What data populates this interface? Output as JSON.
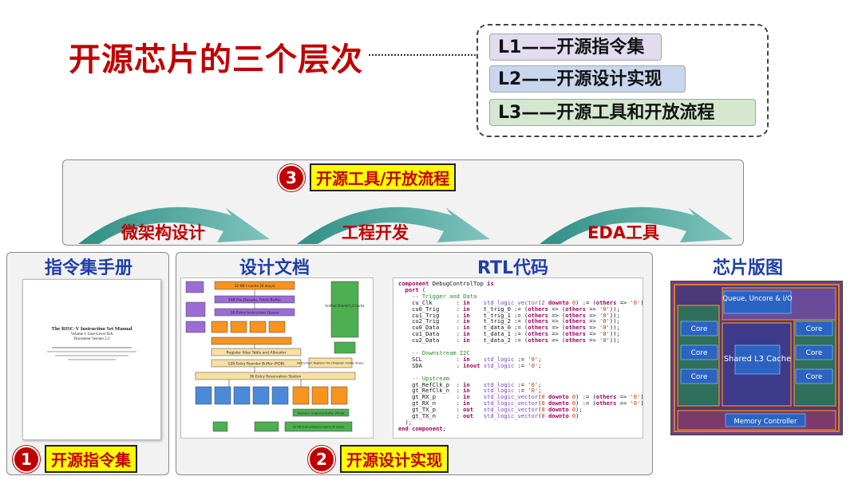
{
  "title": "开源芯片的三个层次",
  "levels": [
    "L1——开源指令集",
    "L2——开源设计实现",
    "L3——开源工具和开放流程"
  ],
  "flow": {
    "badge_num": "3",
    "badge_label": "开源工具/开放流程",
    "stages": [
      "微架构设计",
      "工程开发",
      "EDA工具"
    ]
  },
  "columns": {
    "manual": "指令集手册",
    "design_doc": "设计文档",
    "rtl": "RTL代码",
    "layout": "芯片版图"
  },
  "badges": [
    {
      "num": "1",
      "label": "开源指令集"
    },
    {
      "num": "2",
      "label": "开源设计实现"
    }
  ],
  "manual_doc": {
    "title": "The RISC-V Instruction Set Manual",
    "subtitle": "Volume I: User-Level ISA",
    "version": "Document Version 2.2"
  },
  "diagram_blocks": {
    "icache": "32 KB I-cache (8 ways)",
    "fetch": "16B Pre-Decode, Fetch Buffer",
    "queue": "18 Entry Instruction Queue",
    "allocate": "Register Alias Table and Allocator",
    "rob": "128 Entry Reorder Buffer (ROB)",
    "rs": "36 Entry Reservation Station",
    "l2": "Unified Shared L2 Cache",
    "dcache": "32 KB dual ported D-cache (8 ways)",
    "mob": "Memory Ordering Buffer (MOB)",
    "retire": "Retirement Register File (Program Visible State)"
  },
  "die_labels": {
    "queue": "Queue, Uncore & I/O",
    "core": "Core",
    "l3": "Shared L3 Cache",
    "mc": "Memory Controller"
  },
  "colors": {
    "title": "#c00000",
    "header": "#1f3fa6",
    "arrow": "#2f8f84",
    "badge": "#c00000",
    "tag_bg": "#ffff00"
  }
}
